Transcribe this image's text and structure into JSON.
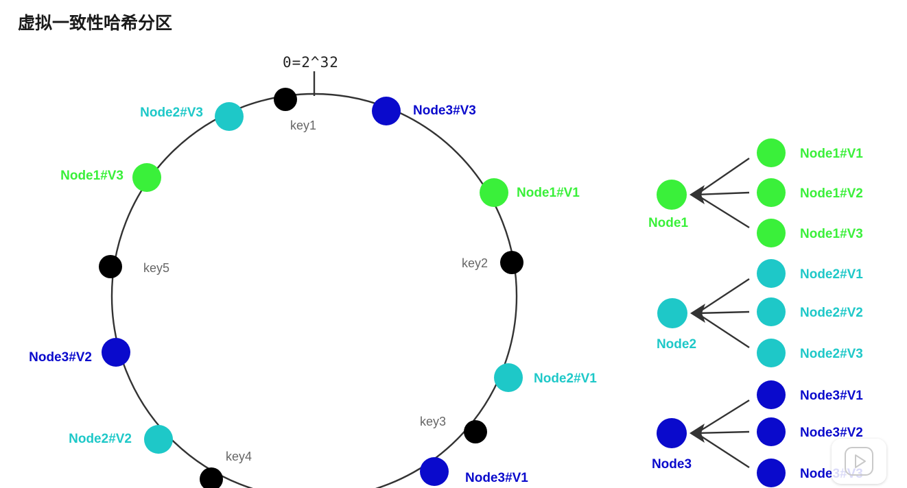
{
  "title": "虚拟一致性哈希分区",
  "ring": {
    "top_label": "0=2^32",
    "keys": [
      {
        "label": "key1"
      },
      {
        "label": "key2"
      },
      {
        "label": "key3"
      },
      {
        "label": "key4"
      },
      {
        "label": "key5"
      }
    ],
    "virtual_nodes": [
      {
        "label": "Node3#V3",
        "color": "#0a0acc"
      },
      {
        "label": "Node1#V1",
        "color": "#3af03a"
      },
      {
        "label": "Node2#V1",
        "color": "#1ec8c8"
      },
      {
        "label": "Node3#V1",
        "color": "#0a0acc"
      },
      {
        "label": "Node2#V2",
        "color": "#1ec8c8"
      },
      {
        "label": "Node3#V2",
        "color": "#0a0acc"
      },
      {
        "label": "Node1#V3",
        "color": "#3af03a"
      },
      {
        "label": "Node2#V3",
        "color": "#1ec8c8"
      }
    ]
  },
  "legend": {
    "groups": [
      {
        "node": "Node1",
        "color": "#3af03a",
        "children": [
          "Node1#V1",
          "Node1#V2",
          "Node1#V3"
        ]
      },
      {
        "node": "Node2",
        "color": "#1ec8c8",
        "children": [
          "Node2#V1",
          "Node2#V2",
          "Node2#V3"
        ]
      },
      {
        "node": "Node3",
        "color": "#0a0acc",
        "children": [
          "Node3#V1",
          "Node3#V2",
          "Node3#V3"
        ]
      }
    ]
  },
  "colors": {
    "key": "#000000",
    "ring": "#333333",
    "key_text": "#666666"
  },
  "overlay": {
    "icon": "play-icon"
  }
}
